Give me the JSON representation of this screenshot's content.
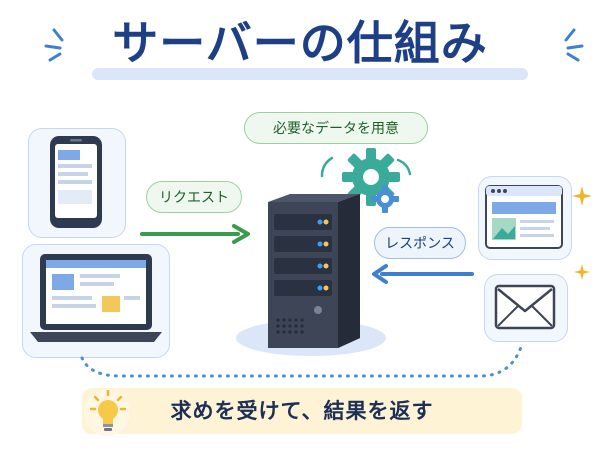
{
  "title": "サーバーの仕組み",
  "labels": {
    "process": "必要なデータを用意",
    "request": "リクエスト",
    "response": "レスポンス"
  },
  "footer": "求めを受けて、結果を返す",
  "icons": [
    "smartphone-icon",
    "laptop-icon",
    "server-icon",
    "gear-icon",
    "browser-window-icon",
    "envelope-icon",
    "lightbulb-icon",
    "sparkle-icon"
  ],
  "colors": {
    "title": "#1c3f86",
    "request_arrow": "#3a9a4e",
    "response_arrow": "#3f7fd0",
    "server": "#3d4556",
    "banner": "#fff3d6"
  }
}
